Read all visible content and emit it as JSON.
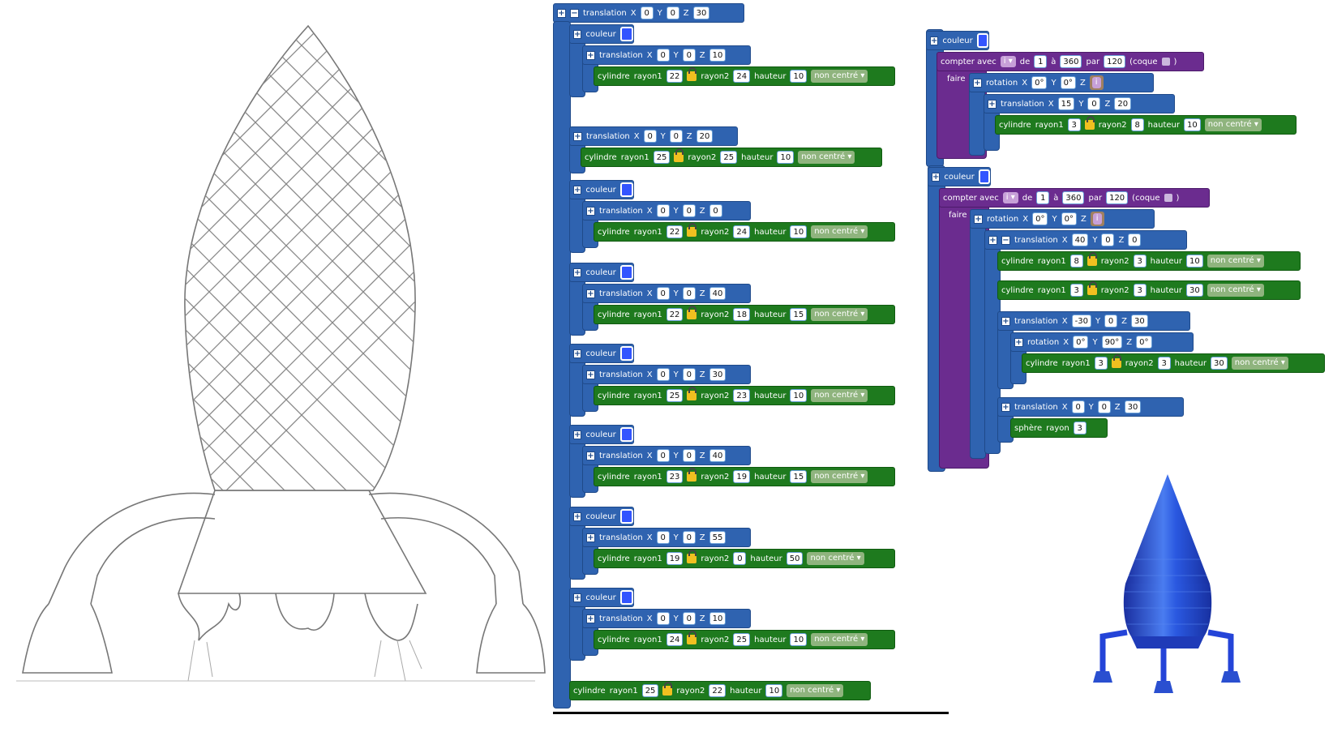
{
  "main_stack": {
    "root_translation": {
      "label": "translation",
      "x": "0",
      "y": "0",
      "z": "30"
    },
    "groups": [
      {
        "color_label": "couleur",
        "translation": {
          "label": "translation",
          "x": "0",
          "y": "0",
          "z": "10"
        },
        "cylinder": {
          "label": "cylindre",
          "r1_label": "rayon1",
          "r1": "22",
          "r2_label": "rayon2",
          "r2": "24",
          "h_label": "hauteur",
          "h": "10",
          "mode": "non centré"
        }
      },
      {
        "translation": {
          "label": "translation",
          "x": "0",
          "y": "0",
          "z": "20"
        },
        "cylinder": {
          "label": "cylindre",
          "r1_label": "rayon1",
          "r1": "25",
          "r2_label": "rayon2",
          "r2": "25",
          "h_label": "hauteur",
          "h": "10",
          "mode": "non centré"
        }
      },
      {
        "color_label": "couleur",
        "translation": {
          "label": "translation",
          "x": "0",
          "y": "0",
          "z": "0"
        },
        "cylinder": {
          "label": "cylindre",
          "r1_label": "rayon1",
          "r1": "22",
          "r2_label": "rayon2",
          "r2": "24",
          "h_label": "hauteur",
          "h": "10",
          "mode": "non centré"
        }
      },
      {
        "color_label": "couleur",
        "translation": {
          "label": "translation",
          "x": "0",
          "y": "0",
          "z": "40"
        },
        "cylinder": {
          "label": "cylindre",
          "r1_label": "rayon1",
          "r1": "22",
          "r2_label": "rayon2",
          "r2": "18",
          "h_label": "hauteur",
          "h": "15",
          "mode": "non centré"
        }
      },
      {
        "color_label": "couleur",
        "translation": {
          "label": "translation",
          "x": "0",
          "y": "0",
          "z": "30"
        },
        "cylinder": {
          "label": "cylindre",
          "r1_label": "rayon1",
          "r1": "25",
          "r2_label": "rayon2",
          "r2": "23",
          "h_label": "hauteur",
          "h": "10",
          "mode": "non centré"
        }
      },
      {
        "color_label": "couleur",
        "translation": {
          "label": "translation",
          "x": "0",
          "y": "0",
          "z": "40"
        },
        "cylinder": {
          "label": "cylindre",
          "r1_label": "rayon1",
          "r1": "23",
          "r2_label": "rayon2",
          "r2": "19",
          "h_label": "hauteur",
          "h": "15",
          "mode": "non centré"
        }
      },
      {
        "color_label": "couleur",
        "translation": {
          "label": "translation",
          "x": "0",
          "y": "0",
          "z": "55"
        },
        "cylinder": {
          "label": "cylindre",
          "r1_label": "rayon1",
          "r1": "19",
          "r2_label": "rayon2",
          "r2": "0",
          "h_label": "hauteur",
          "h": "50",
          "mode": "non centré"
        }
      },
      {
        "color_label": "couleur",
        "translation": {
          "label": "translation",
          "x": "0",
          "y": "0",
          "z": "10"
        },
        "cylinder": {
          "label": "cylindre",
          "r1_label": "rayon1",
          "r1": "24",
          "r2_label": "rayon2",
          "r2": "25",
          "h_label": "hauteur",
          "h": "10",
          "mode": "non centré"
        }
      }
    ],
    "final_cylinder": {
      "label": "cylindre",
      "r1_label": "rayon1",
      "r1": "25",
      "r2_label": "rayon2",
      "r2": "22",
      "h_label": "hauteur",
      "h": "10",
      "mode": "non centré"
    }
  },
  "loop1": {
    "color_label": "couleur",
    "loop": {
      "label": "compter avec",
      "var": "i",
      "from_label": "de",
      "from": "1",
      "to_label": "à",
      "to": "360",
      "by_label": "par",
      "by": "120",
      "hull_label": "(coque",
      "hull_close": ")"
    },
    "do_label": "faire",
    "rotation": {
      "label": "rotation",
      "x": "0°",
      "y": "0°",
      "z": "i"
    },
    "translation": {
      "label": "translation",
      "x": "15",
      "y": "0",
      "z": "20"
    },
    "cylinder": {
      "label": "cylindre",
      "r1_label": "rayon1",
      "r1": "3",
      "r2_label": "rayon2",
      "r2": "8",
      "h_label": "hauteur",
      "h": "10",
      "mode": "non centré"
    }
  },
  "loop2": {
    "color_label": "couleur",
    "loop": {
      "label": "compter avec",
      "var": "i",
      "from_label": "de",
      "from": "1",
      "to_label": "à",
      "to": "360",
      "by_label": "par",
      "by": "120",
      "hull_label": "(coque",
      "hull_close": ")"
    },
    "do_label": "faire",
    "rotation": {
      "label": "rotation",
      "x": "0°",
      "y": "0°",
      "z": "i"
    },
    "translation": {
      "label": "translation",
      "x": "40",
      "y": "0",
      "z": "0"
    },
    "cyl_a": {
      "label": "cylindre",
      "r1_label": "rayon1",
      "r1": "8",
      "r2_label": "rayon2",
      "r2": "3",
      "h_label": "hauteur",
      "h": "10",
      "mode": "non centré"
    },
    "cyl_b": {
      "label": "cylindre",
      "r1_label": "rayon1",
      "r1": "3",
      "r2_label": "rayon2",
      "r2": "3",
      "h_label": "hauteur",
      "h": "30",
      "mode": "non centré"
    },
    "translation2": {
      "label": "translation",
      "x": "-30",
      "y": "0",
      "z": "30"
    },
    "rotation2": {
      "label": "rotation",
      "x": "0°",
      "y": "90°",
      "z": "0°"
    },
    "cyl_c": {
      "label": "cylindre",
      "r1_label": "rayon1",
      "r1": "3",
      "r2_label": "rayon2",
      "r2": "3",
      "h_label": "hauteur",
      "h": "30",
      "mode": "non centré"
    },
    "translation3": {
      "label": "translation",
      "x": "0",
      "y": "0",
      "z": "30"
    },
    "sphere": {
      "label": "sphère",
      "r_label": "rayon",
      "r": "3"
    }
  },
  "colors": {
    "block_blue": "#2f63b0",
    "block_green": "#1e7a1e",
    "block_purple": "#6b2c8f",
    "swatch": "#3355ff",
    "rocket": "#2a4fd0"
  }
}
